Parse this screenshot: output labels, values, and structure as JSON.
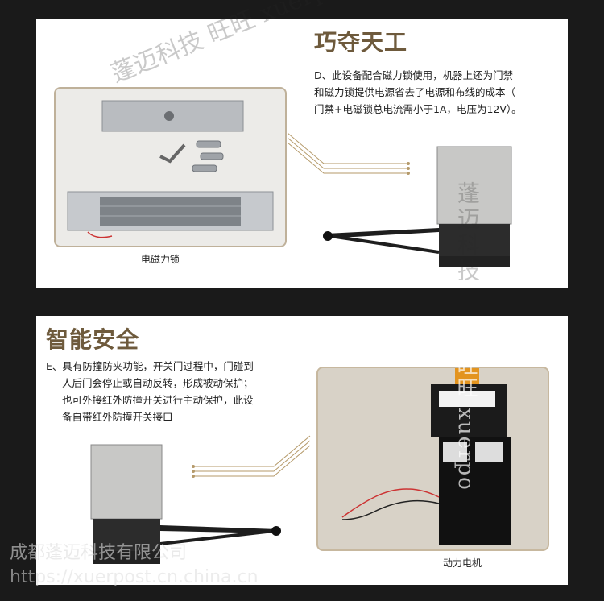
{
  "top": {
    "title": "巧夺天工",
    "desc_lines": [
      "D、此设备配合磁力锁使用，机器上还为门禁",
      "和磁力锁提供电源省去了电源和布线的成本（",
      "门禁+电磁锁总电流需小于1A，电压为12V）。"
    ],
    "image_caption": "电磁力锁"
  },
  "bottom": {
    "title": "智能安全",
    "desc_lines": [
      "E、具有防撞防夹功能，开关门过程中，门碰到",
      "人后门会停止或自动反转，形成被动保护；",
      "也可外接红外防撞开关进行主动保护，此设",
      "备自带红外防撞开关接口"
    ],
    "image_caption": "动力电机"
  },
  "watermarks": {
    "diag_top": "蓬迈科技 旺旺 xuerpost",
    "vertical": "蓬迈科技",
    "vertical_latin": "旺旺 xuerpo",
    "company": "成都蓬迈科技有限公司",
    "url": "https://xuerpost.cn.china.cn"
  },
  "colors": {
    "heading": "#6e5a3c",
    "frame_border": "#bfb19a",
    "connector": "#b59a6a"
  }
}
